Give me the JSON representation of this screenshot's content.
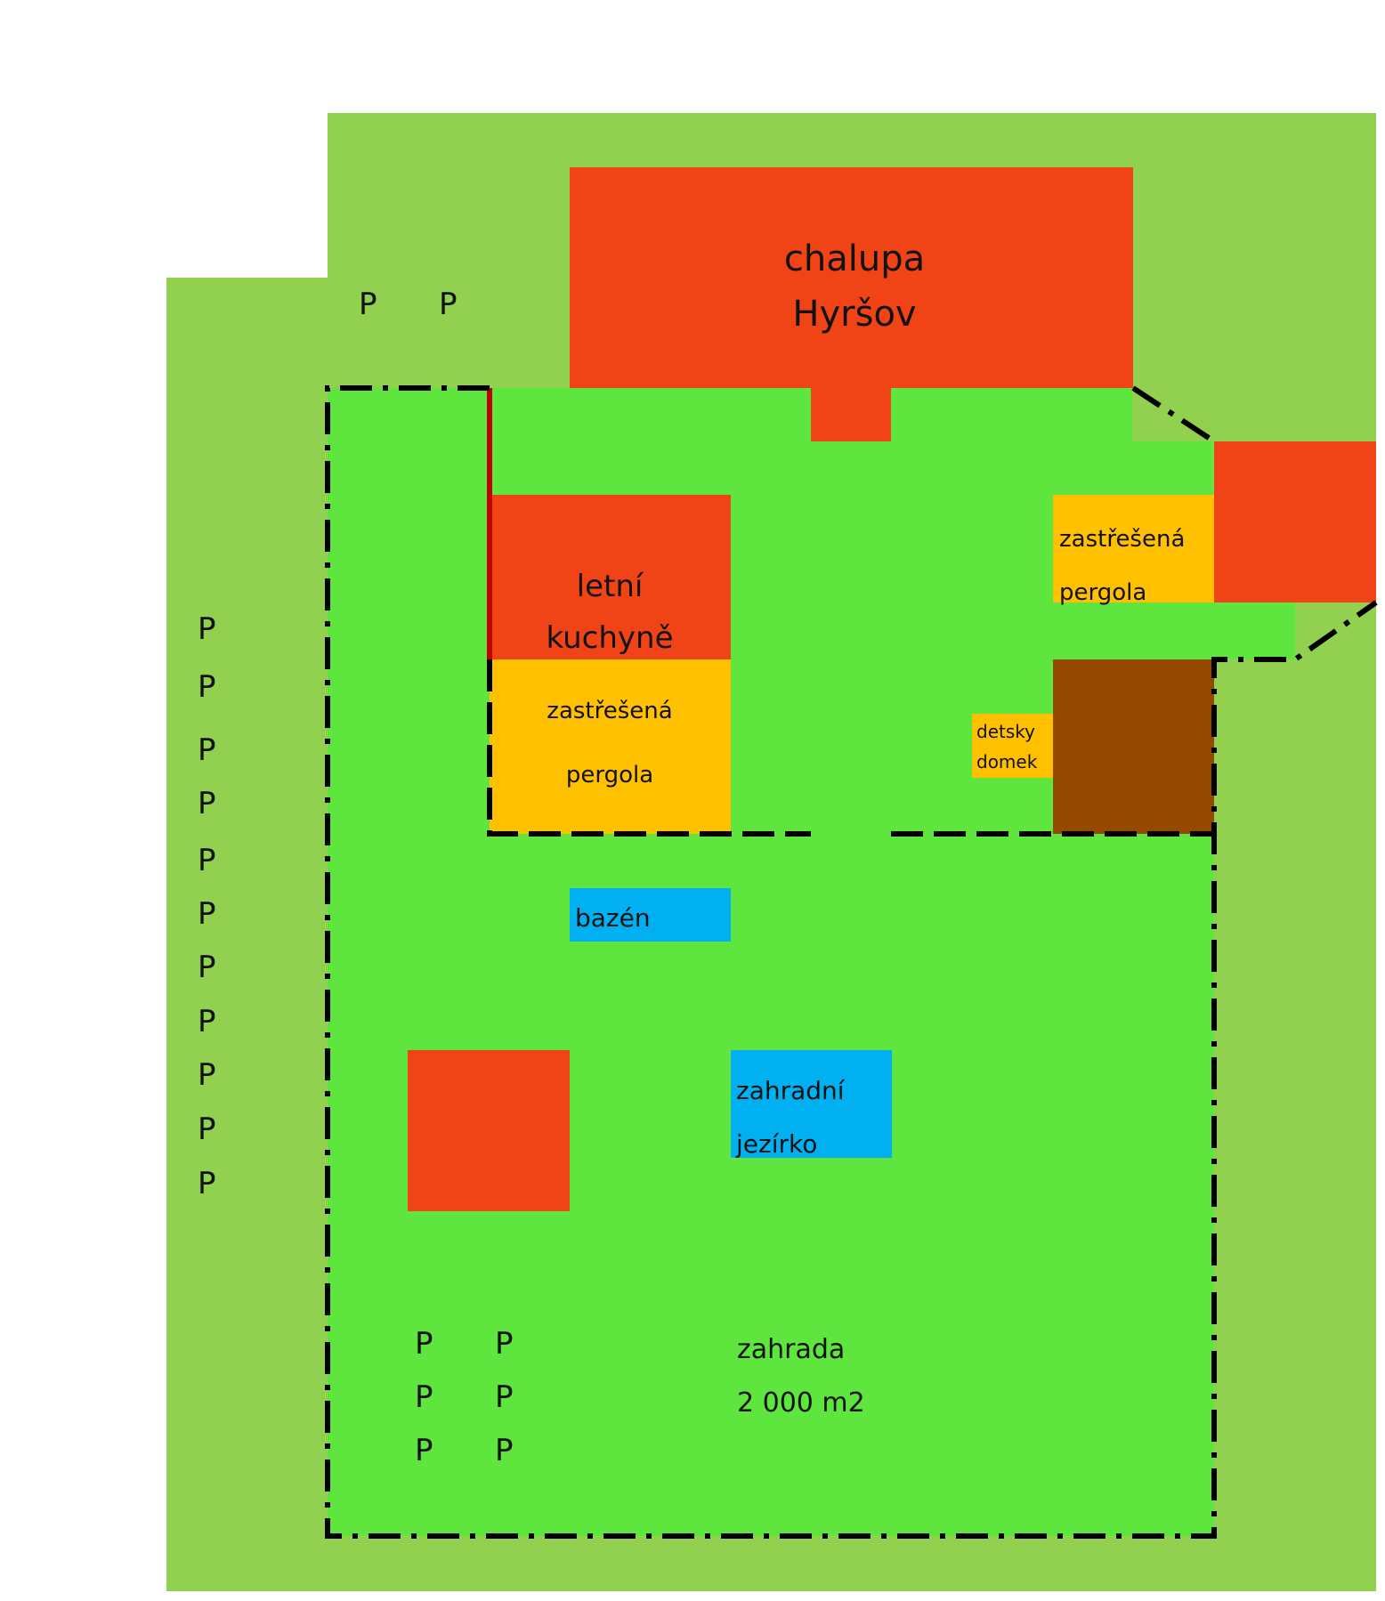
{
  "colors": {
    "outer_land": "#92d050",
    "garden": "#5ee63f",
    "building": "#f04416",
    "pergola": "#ffc000",
    "water": "#00b0f0",
    "playhouse": "#944800",
    "boundary": "#000000",
    "red_line": "#c00000"
  },
  "labels": {
    "chalupa": {
      "line1": "chalupa",
      "line2": "Hyršov"
    },
    "kitchen": {
      "line1": "letní",
      "line2": "kuchyně"
    },
    "pergola_left": {
      "line1": "zastřešená",
      "line2": "pergola"
    },
    "pergola_right": {
      "line1": "zastřešená",
      "line2": "pergola"
    },
    "playhouse": {
      "line1": "detsky",
      "line2": "domek"
    },
    "pool": "bazén",
    "pond": {
      "line1": "zahradní",
      "line2": "jezírko"
    },
    "garden": {
      "line1": "zahrada",
      "line2": "2 000 m2"
    }
  },
  "parking": {
    "symbol": "P",
    "top_row_count": 2,
    "left_column_count": 11,
    "bottom_grid_count": 6
  }
}
